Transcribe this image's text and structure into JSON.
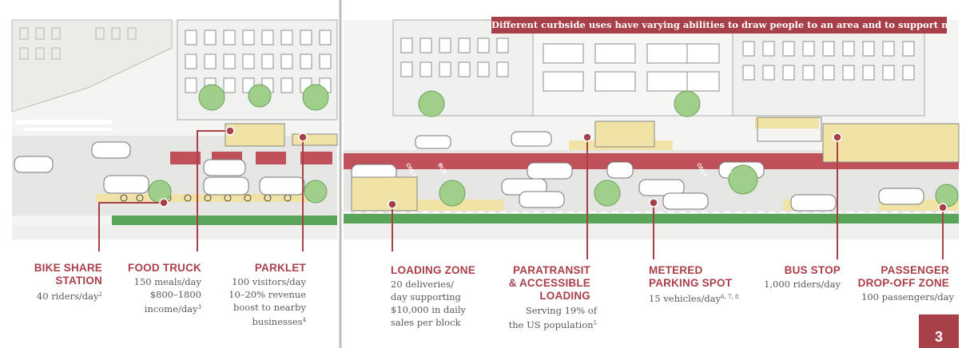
{
  "banner": "Different curbside uses have varying abilities to draw people to an area and to support nearby businesses",
  "colors": {
    "accent": "#a8404a",
    "bike_lane": "#5aa55a",
    "bus_lane": "#c0505a",
    "vehicle": "#f1e3a6"
  },
  "street_marks": {
    "only_1": "ONLY",
    "bus_1": "BUS",
    "only_2": "ONLY",
    "bus_2": "BUS"
  },
  "callouts": [
    {
      "id": "bike-share-station",
      "label_lines": [
        "BIKE SHARE",
        "STATION"
      ],
      "desc_lines": [
        "40 riders/day"
      ],
      "sup": "2"
    },
    {
      "id": "food-truck",
      "label_lines": [
        "FOOD TRUCK"
      ],
      "desc_lines": [
        "150 meals/day",
        "$800–1800",
        "income/day"
      ],
      "sup": "3"
    },
    {
      "id": "parklet",
      "label_lines": [
        "PARKLET"
      ],
      "desc_lines": [
        "100 visitors/day",
        "10–20% revenue",
        "boost to nearby",
        "businesses"
      ],
      "sup": "4"
    },
    {
      "id": "loading-zone",
      "label_lines": [
        "LOADING ZONE"
      ],
      "desc_lines": [
        "20 deliveries/",
        "day supporting",
        "$10,000 in daily",
        "sales per block"
      ],
      "sup": ""
    },
    {
      "id": "paratransit",
      "label_lines": [
        "PARATRANSIT",
        "& ACCESSIBLE",
        "LOADING"
      ],
      "desc_lines": [
        "Serving 19% of",
        "the US population"
      ],
      "sup": "5"
    },
    {
      "id": "metered-parking",
      "label_lines": [
        "METERED",
        "PARKING SPOT"
      ],
      "desc_lines": [
        "15 vehicles/day"
      ],
      "sup": "6, 7, 8"
    },
    {
      "id": "bus-stop",
      "label_lines": [
        "BUS STOP"
      ],
      "desc_lines": [
        "1,000 riders/day"
      ],
      "sup": ""
    },
    {
      "id": "passenger-dropoff",
      "label_lines": [
        "PASSENGER",
        "DROP-OFF ZONE"
      ],
      "desc_lines": [
        "100 passengers/day"
      ],
      "sup": ""
    }
  ],
  "page_number": "3"
}
